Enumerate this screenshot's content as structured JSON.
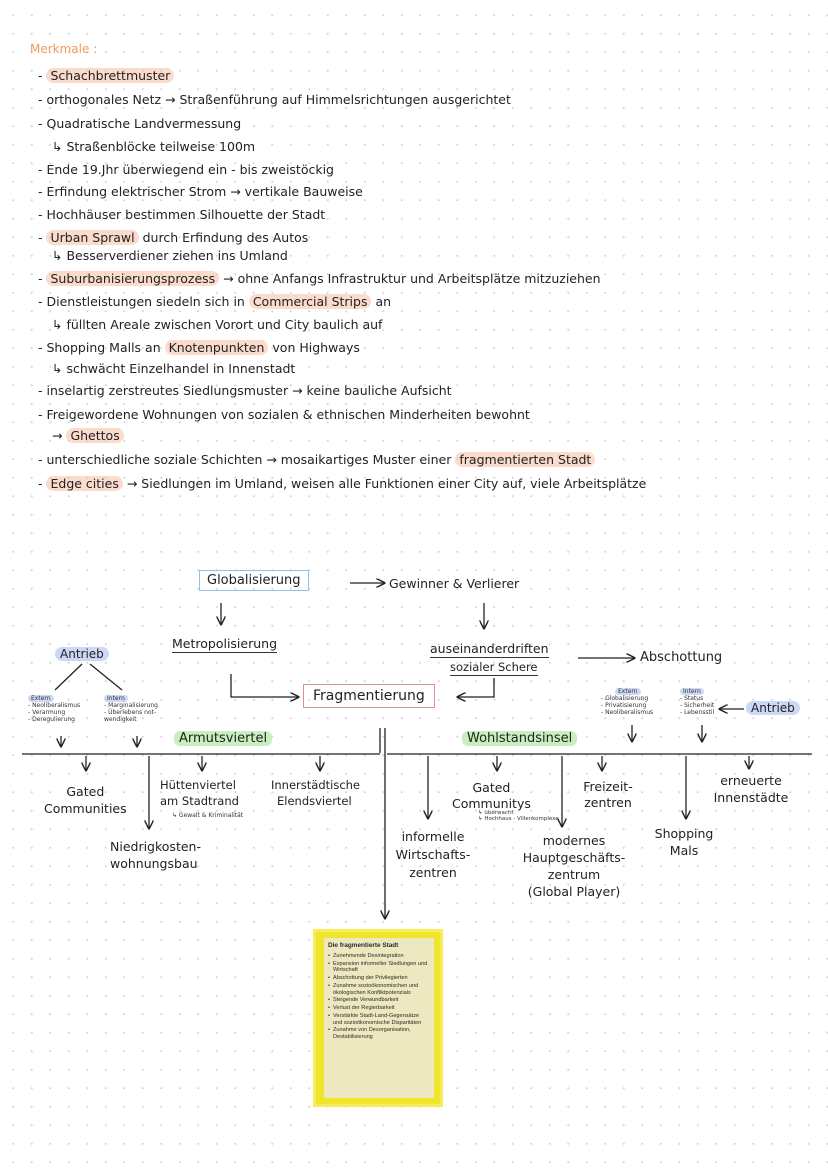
{
  "heading": "Merkmale :",
  "merkmale": [
    {
      "pre": "",
      "hl": "Schachbrettmuster",
      "post": ""
    },
    {
      "pre": "orthogonales Netz → Straßenführung auf Himmelsrichtungen ausgerichtet",
      "hl": "",
      "post": ""
    },
    {
      "pre": "Quadratische Landvermessung",
      "hl": "",
      "post": ""
    },
    {
      "pre": "↳ Straßenblöcke teilweise 100m",
      "hl": "",
      "post": ""
    },
    {
      "pre": "Ende 19.Jhr überwiegend ein - bis zweistöckig",
      "hl": "",
      "post": ""
    },
    {
      "pre": "Erfindung elektrischer Strom → vertikale Bauweise",
      "hl": "",
      "post": ""
    },
    {
      "pre": "Hochhäuser bestimmen Silhouette der Stadt",
      "hl": "",
      "post": ""
    },
    {
      "pre": "",
      "hl": "Urban Sprawl",
      "post": " durch Erfindung des Autos"
    },
    {
      "pre": "↳ Besserverdiener ziehen ins Umland",
      "hl": "",
      "post": ""
    },
    {
      "pre": "",
      "hl": "Suburbanisierungsprozess",
      "post": " → ohne Anfangs Infrastruktur und Arbeitsplätze mitzuziehen"
    },
    {
      "pre": "Dienstleistungen siedeln sich in ",
      "hl": "Commercial Strips",
      "post": " an"
    },
    {
      "pre": "↳ füllten Areale zwischen Vorort und City baulich auf",
      "hl": "",
      "post": ""
    },
    {
      "pre": "Shopping Malls an ",
      "hl": "Knotenpunkten",
      "post": " von Highways"
    },
    {
      "pre": "↳ schwächt Einzelhandel in Innenstadt",
      "hl": "",
      "post": ""
    },
    {
      "pre": "inselartig zerstreutes Siedlungsmuster → keine bauliche Aufsicht",
      "hl": "",
      "post": ""
    },
    {
      "pre": "Freigewordene Wohnungen von sozialen & ethnischen Minderheiten bewohnt",
      "hl": "",
      "post": ""
    },
    {
      "pre": "→ ",
      "hl": "Ghettos",
      "post": ""
    },
    {
      "pre": "unterschiedliche soziale Schichten → mosaikartiges Muster einer ",
      "hl": "fragmentierten Stadt",
      "post": ""
    },
    {
      "pre": "",
      "hl": "Edge cities",
      "post": " → Siedlungen im Umland, weisen alle Funktionen einer City auf, viele Arbeitsplätze"
    }
  ],
  "diagram": {
    "globalisierung": "Globalisierung",
    "gewinner": "Gewinner & Verlierer",
    "metropolisierung": "Metropolisierung",
    "auseinander_1": "auseinanderdriften",
    "auseinander_2": "sozialer Schere",
    "abschottung": "Abschottung",
    "fragmentierung": "Fragmentierung",
    "antrieb_left": "Antrieb",
    "antrieb_right": "Antrieb",
    "extern_left": {
      "title": "Extern",
      "items": [
        "- Neoliberalismus",
        "- Verarmung",
        "- Deregulierung"
      ]
    },
    "intern_left": {
      "title": "Intern",
      "items": [
        "- Marginalisierung",
        "- Überlebens not-",
        "  wendigkeit"
      ]
    },
    "extern_right": {
      "title": "Extern",
      "items": [
        "- Globalisierung",
        "- Privatisierung",
        "- Neoliberalismus"
      ]
    },
    "intern_right": {
      "title": "Intern",
      "items": [
        "- Status",
        "- Sicherheit",
        "- Lebensstil"
      ]
    },
    "armutsviertel": "Armutsviertel",
    "wohlstandsinsel": "Wohlstandsinsel",
    "gated_left_1": "Gated",
    "gated_left_2": "Communities",
    "huetten_1": "Hüttenviertel",
    "huetten_2": "am Stadtrand",
    "huetten_note": "↳ Gewalt & Kriminalität",
    "elend_1": "Innerstädtische",
    "elend_2": "Elendsviertel",
    "niedrig_1": "Niedrigkosten-",
    "niedrig_2": "wohnungsbau",
    "informelle_1": "informelle",
    "informelle_2": "Wirtschafts-",
    "informelle_3": "zentren",
    "gated_right_1": "Gated",
    "gated_right_2": "Communitys",
    "gated_right_note_1": "↳ überwacht",
    "gated_right_note_2": "↳ Hochhaus - Villenkomplexe",
    "modernes_1": "modernes",
    "modernes_2": "Hauptgeschäfts-",
    "modernes_3": "zentrum",
    "modernes_4": "(Global Player)",
    "freizeit_1": "Freizeit-",
    "freizeit_2": "zentren",
    "shopping_1": "Shopping",
    "shopping_2": "Mals",
    "erneuerte_1": "erneuerte",
    "erneuerte_2": "Innenstädte"
  },
  "note": {
    "title": "Die fragmentierte Stadt",
    "items": [
      "Zunehmende Desintegration",
      "Expansion informeller Siedlungen und Wirtschaft",
      "Abschottung der Privilegierten",
      "Zunahme sozioökonomischen und ökologischen Konfliktpotenzials",
      "Steigende Verwundbarkeit",
      "Verlust der Regierbarkeit",
      "Verstärkte Stadt-Land-Gegensätze und sozioökonomische Disparitäten",
      "Zunahme von Desorganisation, Destabilisierung"
    ]
  },
  "colors": {
    "orange_highlight": "#f7bea0",
    "blue_highlight": "#aabef0",
    "green_highlight": "#b4ebaa",
    "note_yellow": "#efe52a",
    "heading": "#f29a5c"
  }
}
